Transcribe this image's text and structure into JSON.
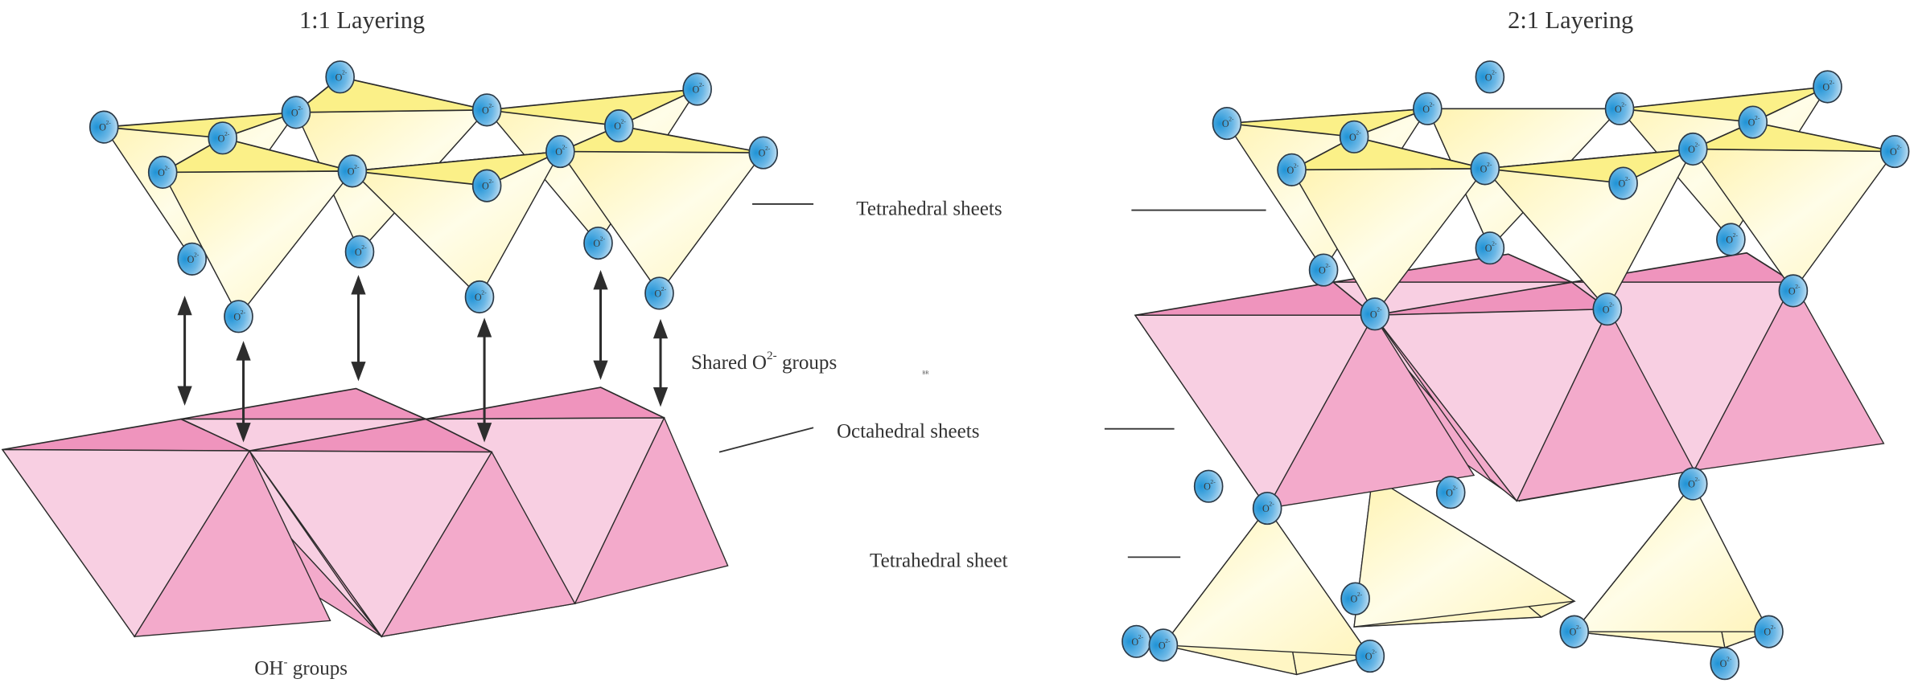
{
  "titles": {
    "left": "1:1 Layering",
    "right": "2:1 Layering"
  },
  "labels": {
    "tetrahedral_sheets": "Tetrahedral sheets",
    "shared_groups_prefix": "Shared O",
    "shared_groups_sup": "2-",
    "shared_groups_suffix": " groups",
    "credit": "BR",
    "octahedral_sheets": "Octahedral sheets",
    "tetrahedral_sheet": "Tetrahedral sheet",
    "oh_groups_prefix": "OH",
    "oh_groups_sup": "-",
    "oh_groups_suffix": " groups"
  },
  "atom": {
    "symbol": "O",
    "charge": "2-"
  },
  "colors": {
    "tetra_face_light": "#fffbdc",
    "tetra_face_mid": "#fff4b8",
    "tetra_top": "#fbf088",
    "octa_light": "#f8cfe2",
    "octa_mid": "#f3aacb",
    "octa_dark": "#ef94bd",
    "atom_dark": "#1f93d6",
    "atom_light": "#d7e9f5",
    "stroke": "#2b2b2b",
    "text": "#333333"
  }
}
